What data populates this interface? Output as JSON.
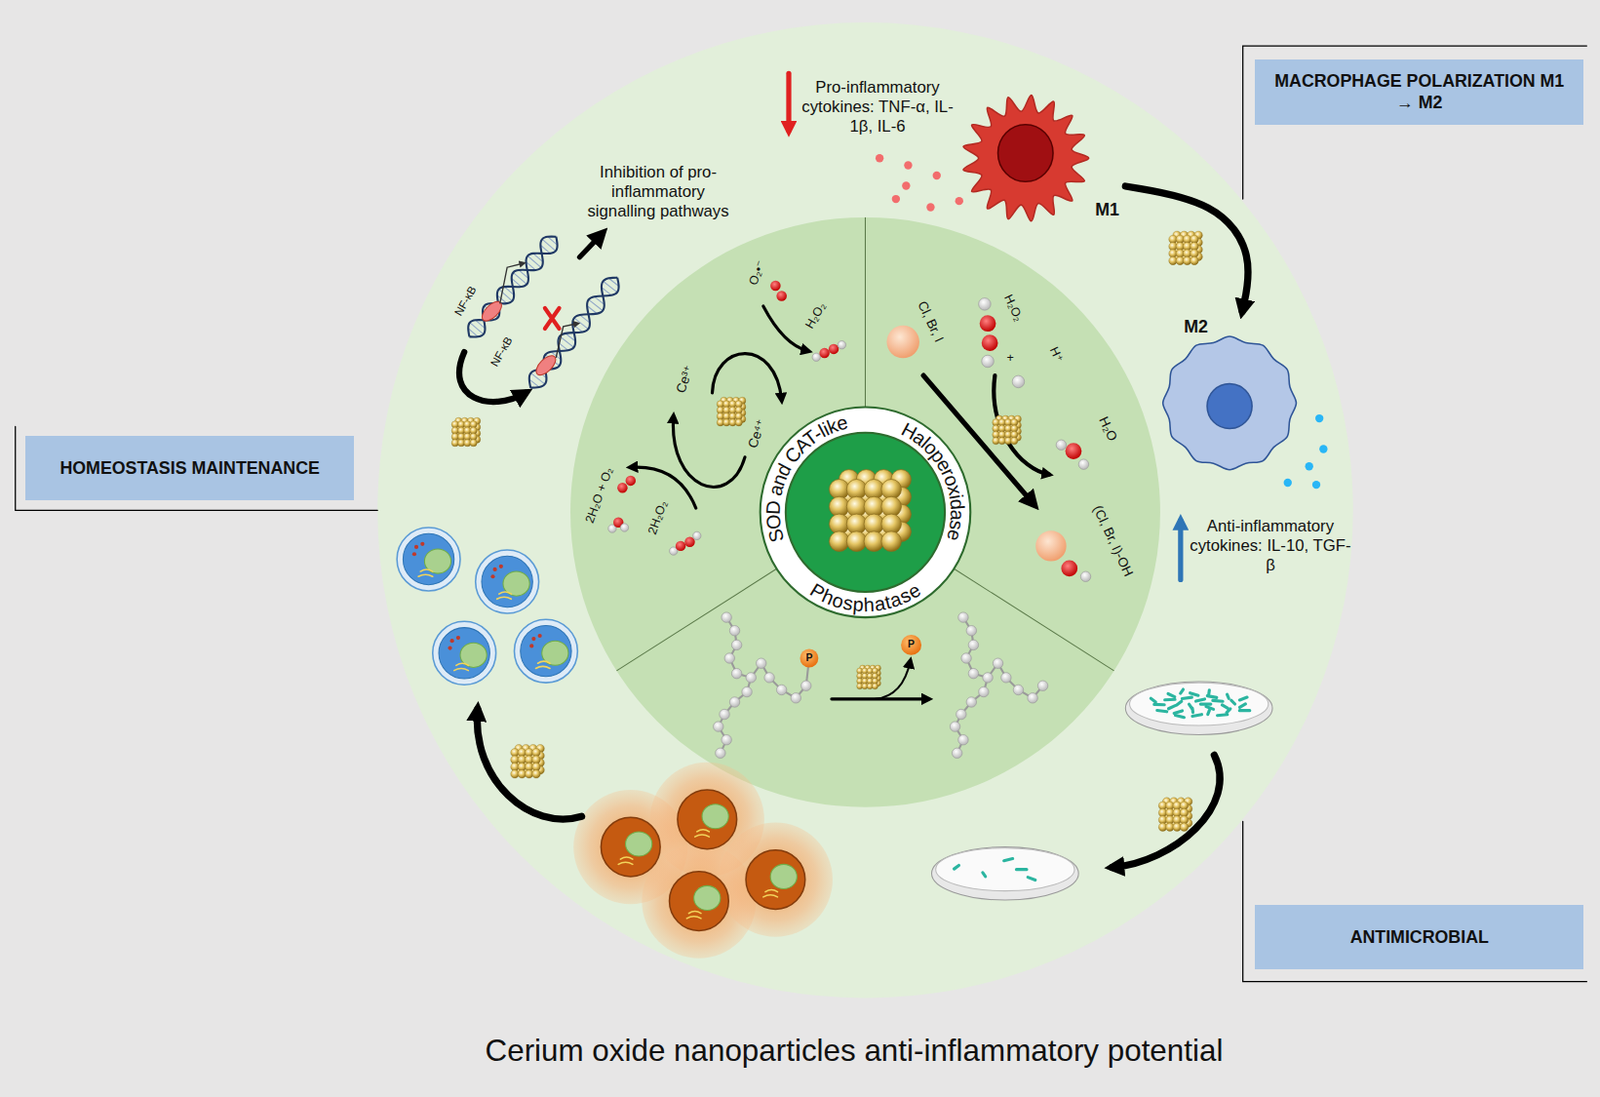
{
  "diagram": {
    "title": "Cerium oxide nanoparticles anti-inflammatory potential",
    "nodes": [
      {
        "text": [
          "MACROPHAGE POLARIZATION M1 → M2"
        ]
      },
      {
        "text": [
          "HOMEOSTASIS MAINTENANCE"
        ]
      },
      {
        "text": [
          "ANTIMICROBIAL"
        ]
      },
      {
        "text": [
          "M1"
        ]
      },
      {
        "text": [
          "M2"
        ]
      }
    ],
    "edges": [
      {
        "from": 3,
        "to": 4,
        "arrow": "to"
      }
    ],
    "labels": [
      "Pro-inflammatory cytokines: TNF-α, IL-1β, IL-6",
      "Inhibition of pro-inflammatory signalling pathways",
      "NF-κB",
      "NF-κB",
      "O₂•⁻",
      "H₂O₂",
      "Ce³⁺",
      "Ce⁴⁺",
      "2H₂O + O₂",
      "2H₂O₂",
      "SOD and CAT-like",
      "Haloperoxidase",
      "Phosphatase",
      "Cl, Br, I",
      "H₂O₂",
      "+",
      "H⁺",
      "H₂O",
      "(Cl, Br, I)-OH",
      "P",
      "P",
      "Anti-inflammatory cytokines: IL-10, TGF-β"
    ]
  }
}
